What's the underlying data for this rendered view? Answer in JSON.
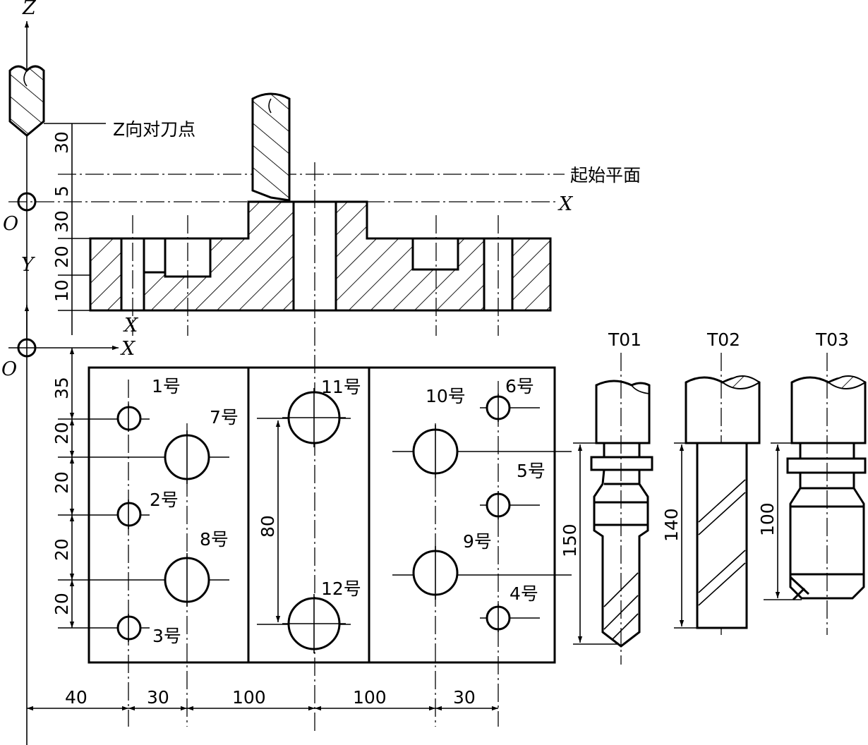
{
  "axes": {
    "z": "Z",
    "x_top": "X",
    "origin_top": "O",
    "y_side": "Y",
    "x_side": "X",
    "origin_plan": "O",
    "x_plan": "X"
  },
  "annotations": {
    "z_setting_point": "Z向对刀点",
    "start_plane": "起始平面"
  },
  "section_dims": [
    "30",
    "5",
    "30",
    "20",
    "10"
  ],
  "plan_dims_left": [
    "35",
    "20",
    "20",
    "20",
    "20"
  ],
  "plan_dim_middle": "80",
  "bottom_dims": [
    "40",
    "30",
    "100",
    "100",
    "30"
  ],
  "hole_labels": [
    "1号",
    "2号",
    "3号",
    "4号",
    "5号",
    "6号",
    "7号",
    "8号",
    "9号",
    "10号",
    "11号",
    "12号"
  ],
  "tools": [
    {
      "name": "T01",
      "length": "150"
    },
    {
      "name": "T02",
      "length": "140"
    },
    {
      "name": "T03",
      "length": "100"
    }
  ]
}
